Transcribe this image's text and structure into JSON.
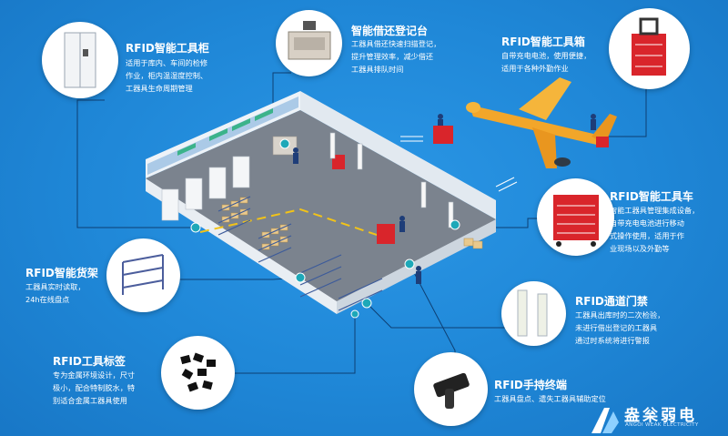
{
  "modules": {
    "cabinet": {
      "title": "RFID智能工具柜",
      "lines": [
        "适用于库内、车间的检修",
        "作业，柜内温湿度控制、",
        "工器具生命周期管理"
      ]
    },
    "desk": {
      "title": "智能借还登记台",
      "lines": [
        "工器具借还快速扫描登记，",
        "提升管理效率，减少借还",
        "工器具排队时间"
      ]
    },
    "toolbox": {
      "title": "RFID智能工具箱",
      "lines": [
        "自带充电电池，使用便捷，",
        "适用于各种外勤作业"
      ]
    },
    "cart": {
      "title": "RFID智能工具车",
      "lines": [
        "智能工器具管理集成设备，",
        "自带充电电池进行移动",
        "式操作使用，适用于作",
        "业现场以及外勤等"
      ]
    },
    "shelf": {
      "title": "RFID智能货架",
      "lines": [
        "工器具实时读取，",
        "24h在线盘点"
      ]
    },
    "gate": {
      "title": "RFID通道门禁",
      "lines": [
        "工器具出库时的二次检验，",
        "未进行借出登记的工器具",
        "通过时系统将进行警报"
      ]
    },
    "tag": {
      "title": "RFID工具标签",
      "lines": [
        "专为金属环境设计，尺寸",
        "极小，配合特制胶水，特",
        "别适合金属工器具使用"
      ]
    },
    "handheld": {
      "title": "RFID手持终端",
      "lines": [
        "工器具盘点、遗失工器具辅助定位"
      ]
    }
  },
  "logo": {
    "name": "盎枀弱电",
    "subtitle": "ANGOI WEAK ELECTRICITY"
  },
  "colors": {
    "background": "#1e86d6",
    "accent_red": "#d9252b",
    "floor": "#6f7680",
    "wall": "#eef3f8"
  }
}
